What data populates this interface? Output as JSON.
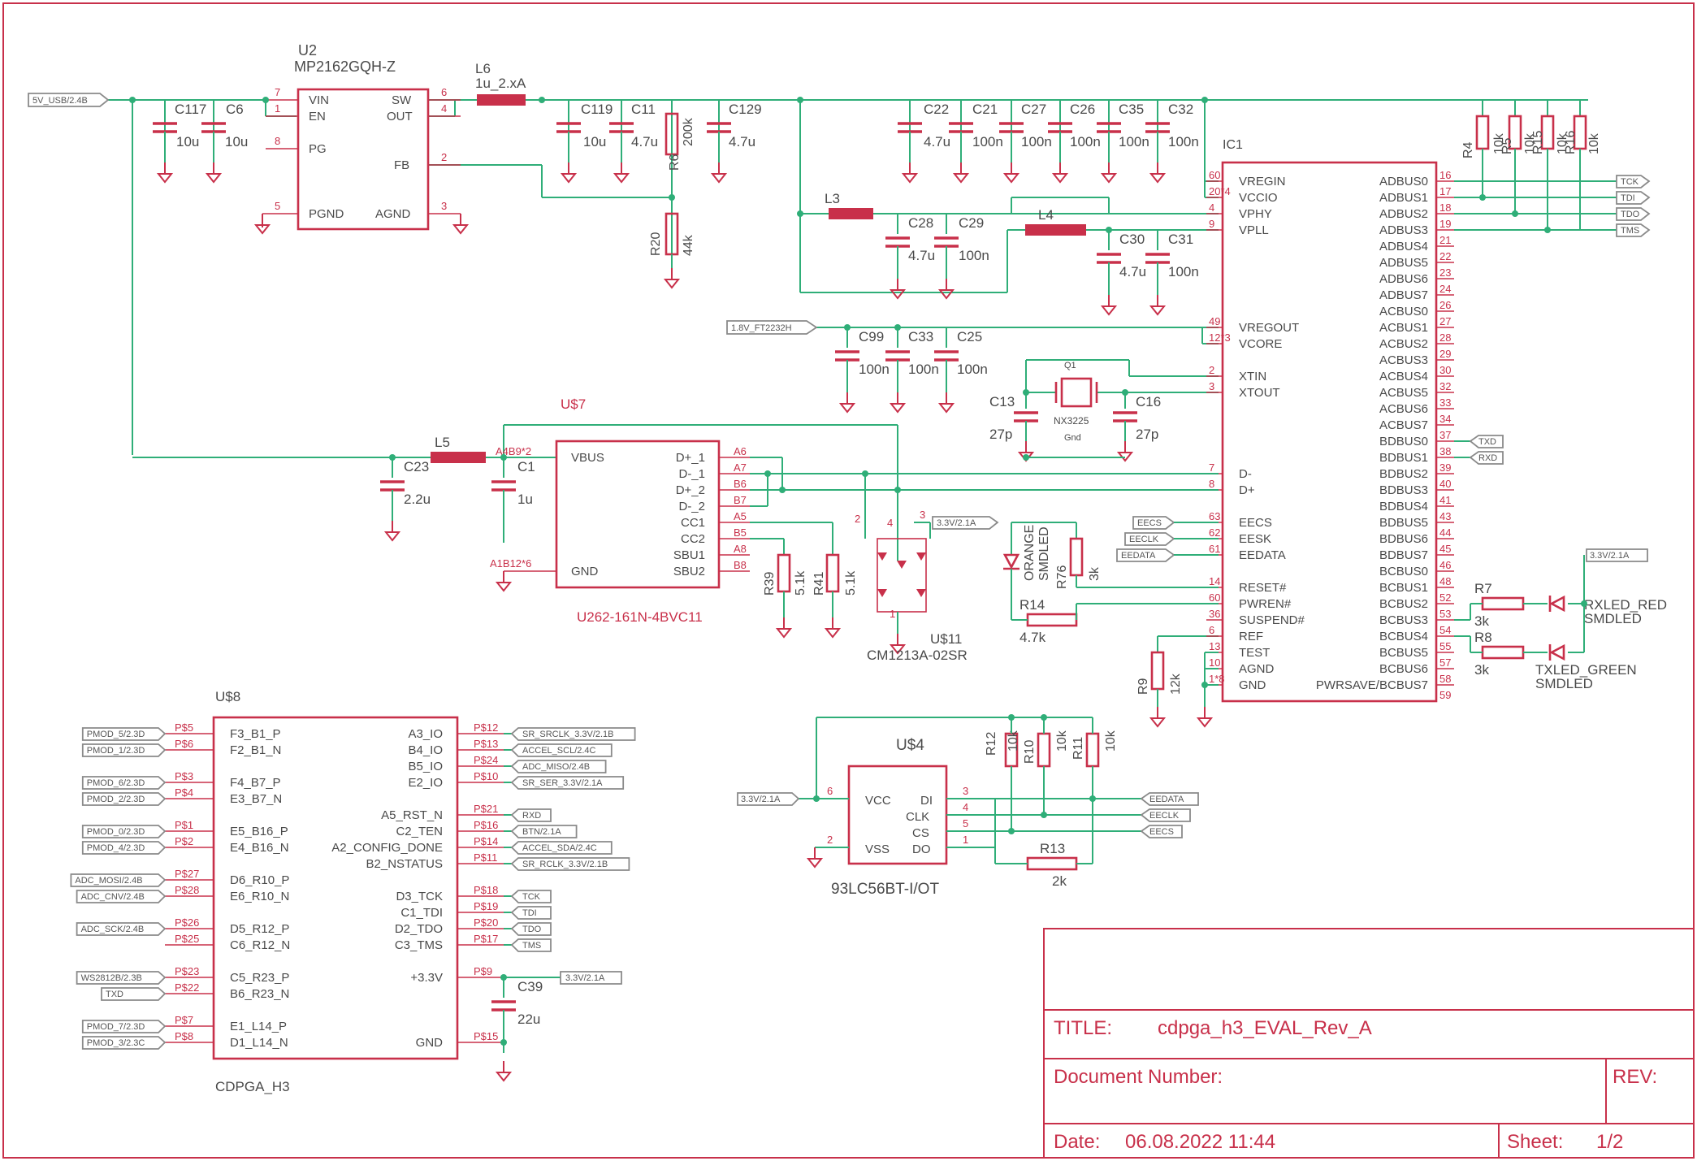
{
  "parts": {
    "u2": {
      "ref": "U2",
      "value": "MP2162GQH-Z",
      "pins_left": [
        "VIN",
        "EN",
        "PG",
        "PGND"
      ],
      "pins_right": [
        "SW",
        "OUT",
        "FB",
        "AGND"
      ],
      "nums": [
        "7",
        "1",
        "8",
        "5",
        "6",
        "4",
        "2",
        "3"
      ]
    },
    "l6": {
      "ref": "L6",
      "value": "1u_2.xA"
    },
    "u7": {
      "ref": "U$7",
      "value": "U262-161N-4BVC11",
      "pins_left": [
        "VBUS",
        "GND"
      ],
      "pins_right": [
        "D+_1",
        "D-_1",
        "D+_2",
        "D-_2",
        "CC1",
        "CC2",
        "SBU1",
        "SBU2"
      ],
      "nums_right": [
        "A6",
        "A7",
        "B6",
        "B7",
        "A5",
        "B5",
        "A8",
        "B8"
      ],
      "vbus_pin": "A4B9*2",
      "gnd_pin": "A1B12*6"
    },
    "u11": {
      "ref": "U$11",
      "value": "CM1213A-02SR",
      "pins": [
        "2",
        "4",
        "3",
        "1"
      ]
    },
    "ic1": {
      "ref": "IC1",
      "left": [
        {
          "n": "60",
          "name": "VREGIN"
        },
        {
          "n": "20*4",
          "name": "VCCIO"
        },
        {
          "n": "4",
          "name": "VPHY"
        },
        {
          "n": "9",
          "name": "VPLL"
        },
        {
          "n": "49",
          "name": "VREGOUT"
        },
        {
          "n": "12*3",
          "name": "VCORE"
        },
        {
          "n": "2",
          "name": "XTIN"
        },
        {
          "n": "3",
          "name": "XTOUT"
        },
        {
          "n": "7",
          "name": "D-"
        },
        {
          "n": "8",
          "name": "D+"
        },
        {
          "n": "63",
          "name": "EECS"
        },
        {
          "n": "62",
          "name": "EESK"
        },
        {
          "n": "61",
          "name": "EEDATA"
        },
        {
          "n": "14",
          "name": "RESET#"
        },
        {
          "n": "60",
          "name": "PWREN#"
        },
        {
          "n": "36",
          "name": "SUSPEND#"
        },
        {
          "n": "6",
          "name": "REF"
        },
        {
          "n": "13",
          "name": "TEST"
        },
        {
          "n": "10",
          "name": "AGND"
        },
        {
          "n": "1*8",
          "name": "GND"
        }
      ],
      "right_names": [
        "ADBUS0",
        "ADBUS1",
        "ADBUS2",
        "ADBUS3",
        "ADBUS4",
        "ADBUS5",
        "ADBUS6",
        "ADBUS7",
        "ACBUS0",
        "ACBUS1",
        "ACBUS2",
        "ACBUS3",
        "ACBUS4",
        "ACBUS5",
        "ACBUS6",
        "ACBUS7",
        "BDBUS0",
        "BDBUS1",
        "BDBUS2",
        "BDBUS3",
        "BDBUS4",
        "BDBUS5",
        "BDBUS6",
        "BDBUS7",
        "BCBUS0",
        "BCBUS1",
        "BCBUS2",
        "BCBUS3",
        "BCBUS4",
        "BCBUS5",
        "BCBUS6",
        "PWRSAVE/BCBUS7"
      ],
      "right_nums": [
        "16",
        "17",
        "18",
        "19",
        "21",
        "22",
        "23",
        "24",
        "26",
        "27",
        "28",
        "29",
        "30",
        "32",
        "33",
        "34",
        "37",
        "38",
        "39",
        "40",
        "41",
        "43",
        "44",
        "45",
        "46",
        "48",
        "52",
        "53",
        "54",
        "55",
        "57",
        "58",
        "59"
      ]
    },
    "u4": {
      "ref": "U$4",
      "value": "93LC56BT-I/OT",
      "pins_left": [
        "VCC",
        "VSS"
      ],
      "pins_right": [
        "DI",
        "CLK",
        "CS",
        "DO"
      ],
      "nums": [
        "6",
        "2",
        "3",
        "4",
        "5",
        "1"
      ]
    },
    "u8": {
      "ref": "U$8",
      "value": "CDPGA_H3",
      "left": [
        {
          "p": "P$5",
          "name": "F3_B1_P",
          "net": "PMOD_5/2.3D"
        },
        {
          "p": "P$6",
          "name": "F2_B1_N",
          "net": "PMOD_1/2.3D"
        },
        {
          "p": "P$3",
          "name": "F4_B7_P",
          "net": "PMOD_6/2.3D"
        },
        {
          "p": "P$4",
          "name": "E3_B7_N",
          "net": "PMOD_2/2.3D"
        },
        {
          "p": "P$1",
          "name": "E5_B16_P",
          "net": "PMOD_0/2.3D"
        },
        {
          "p": "P$2",
          "name": "E4_B16_N",
          "net": "PMOD_4/2.3D"
        },
        {
          "p": "P$27",
          "name": "D6_R10_P",
          "net": "ADC_MOSI/2.4B"
        },
        {
          "p": "P$28",
          "name": "E6_R10_N",
          "net": "ADC_CNV/2.4B"
        },
        {
          "p": "P$26",
          "name": "D5_R12_P",
          "net": "ADC_SCK/2.4B"
        },
        {
          "p": "P$25",
          "name": "C6_R12_N",
          "net": ""
        },
        {
          "p": "P$23",
          "name": "C5_R23_P",
          "net": "WS2812B/2.3B"
        },
        {
          "p": "P$22",
          "name": "B6_R23_N",
          "net": "TXD"
        },
        {
          "p": "P$7",
          "name": "E1_L14_P",
          "net": "PMOD_7/2.3D"
        },
        {
          "p": "P$8",
          "name": "D1_L14_N",
          "net": "PMOD_3/2.3C"
        }
      ],
      "right": [
        {
          "p": "P$12",
          "name": "A3_IO",
          "net": "SR_SRCLK_3.3V/2.1B"
        },
        {
          "p": "P$13",
          "name": "B4_IO",
          "net": "ACCEL_SCL/2.4C"
        },
        {
          "p": "P$24",
          "name": "B5_IO",
          "net": "ADC_MISO/2.4B"
        },
        {
          "p": "P$10",
          "name": "E2_IO",
          "net": "SR_SER_3.3V/2.1A"
        },
        {
          "p": "P$21",
          "name": "A5_RST_N",
          "net": "RXD"
        },
        {
          "p": "P$16",
          "name": "C2_TEN",
          "net": "BTN/2.1A"
        },
        {
          "p": "P$14",
          "name": "A2_CONFIG_DONE",
          "net": "ACCEL_SDA/2.4C"
        },
        {
          "p": "P$11",
          "name": "B2_NSTATUS",
          "net": "SR_RCLK_3.3V/2.1B"
        },
        {
          "p": "P$18",
          "name": "D3_TCK",
          "net": "TCK"
        },
        {
          "p": "P$19",
          "name": "C1_TDI",
          "net": "TDI"
        },
        {
          "p": "P$20",
          "name": "D2_TDO",
          "net": "TDO"
        },
        {
          "p": "P$17",
          "name": "C3_TMS",
          "net": "TMS"
        },
        {
          "p": "P$9",
          "name": "+3.3V",
          "net": ""
        },
        {
          "p": "P$15",
          "name": "GND",
          "net": ""
        }
      ]
    }
  },
  "caps": [
    {
      "ref": "C117",
      "val": "10u"
    },
    {
      "ref": "C6",
      "val": "10u"
    },
    {
      "ref": "C119",
      "val": "10u"
    },
    {
      "ref": "C11",
      "val": "4.7u"
    },
    {
      "ref": "C129",
      "val": "4.7u"
    },
    {
      "ref": "C22",
      "val": "4.7u"
    },
    {
      "ref": "C21",
      "val": "100n"
    },
    {
      "ref": "C27",
      "val": "100n"
    },
    {
      "ref": "C26",
      "val": "100n"
    },
    {
      "ref": "C35",
      "val": "100n"
    },
    {
      "ref": "C32",
      "val": "100n"
    },
    {
      "ref": "C28",
      "val": "4.7u"
    },
    {
      "ref": "C29",
      "val": "100n"
    },
    {
      "ref": "C30",
      "val": "4.7u"
    },
    {
      "ref": "C31",
      "val": "100n"
    },
    {
      "ref": "C99",
      "val": "100n"
    },
    {
      "ref": "C33",
      "val": "100n"
    },
    {
      "ref": "C25",
      "val": "100n"
    },
    {
      "ref": "C13",
      "val": "27p"
    },
    {
      "ref": "C16",
      "val": "27p"
    },
    {
      "ref": "C23",
      "val": "2.2u"
    },
    {
      "ref": "C1",
      "val": "1u"
    },
    {
      "ref": "C39",
      "val": "22u"
    }
  ],
  "resistors": [
    {
      "ref": "R6",
      "val": "200k"
    },
    {
      "ref": "R20",
      "val": "44k"
    },
    {
      "ref": "R4",
      "val": "10k"
    },
    {
      "ref": "R5",
      "val": "10k"
    },
    {
      "ref": "R15",
      "val": "10k"
    },
    {
      "ref": "R16",
      "val": "10k"
    },
    {
      "ref": "R39",
      "val": "5.1k"
    },
    {
      "ref": "R41",
      "val": "5.1k"
    },
    {
      "ref": "R76",
      "val": "3k"
    },
    {
      "ref": "R14",
      "val": "4.7k"
    },
    {
      "ref": "R9",
      "val": "12k"
    },
    {
      "ref": "R7",
      "val": "3k"
    },
    {
      "ref": "R8",
      "val": "3k"
    },
    {
      "ref": "R12",
      "val": "10k"
    },
    {
      "ref": "R10",
      "val": "10k"
    },
    {
      "ref": "R11",
      "val": "10k"
    },
    {
      "ref": "R13",
      "val": "2k"
    }
  ],
  "inductors": [
    {
      "ref": "L3"
    },
    {
      "ref": "L4"
    },
    {
      "ref": "L5"
    }
  ],
  "crystal": {
    "ref": "Q1",
    "value": "NX3225",
    "gnd": "Gnd"
  },
  "leds": {
    "orange": {
      "name": "ORANGE",
      "pkg": "SMDLED"
    },
    "rx": {
      "name": "RXLED_RED",
      "pkg": "SMDLED"
    },
    "tx": {
      "name": "TXLED_GREEN",
      "pkg": "SMDLED"
    }
  },
  "flags": {
    "v5": "5V_USB/2.4B",
    "v18": "1.8V_FT2232H",
    "v33a": "3.3V/2.1A",
    "v33b": "3.3V/2.1A",
    "v33c": "3.3V/2.1A",
    "v33d": "3.3V/2.1A",
    "tck": "TCK",
    "tdi": "TDI",
    "tdo": "TDO",
    "tms": "TMS",
    "txd": "TXD",
    "rxd": "RXD",
    "eecs": "EECS",
    "eeclk": "EECLK",
    "eedata": "EEDATA",
    "eedata2": "EEDATA",
    "eeclk2": "EECLK",
    "eecs2": "EECS"
  },
  "title_block": {
    "title_label": "TITLE:",
    "title": "cdpga_h3_EVAL_Rev_A",
    "docnum_label": "Document Number:",
    "rev_label": "REV:",
    "date_label": "Date:",
    "date": "06.08.2022 11:44",
    "sheet_label": "Sheet:",
    "sheet": "1/2"
  }
}
